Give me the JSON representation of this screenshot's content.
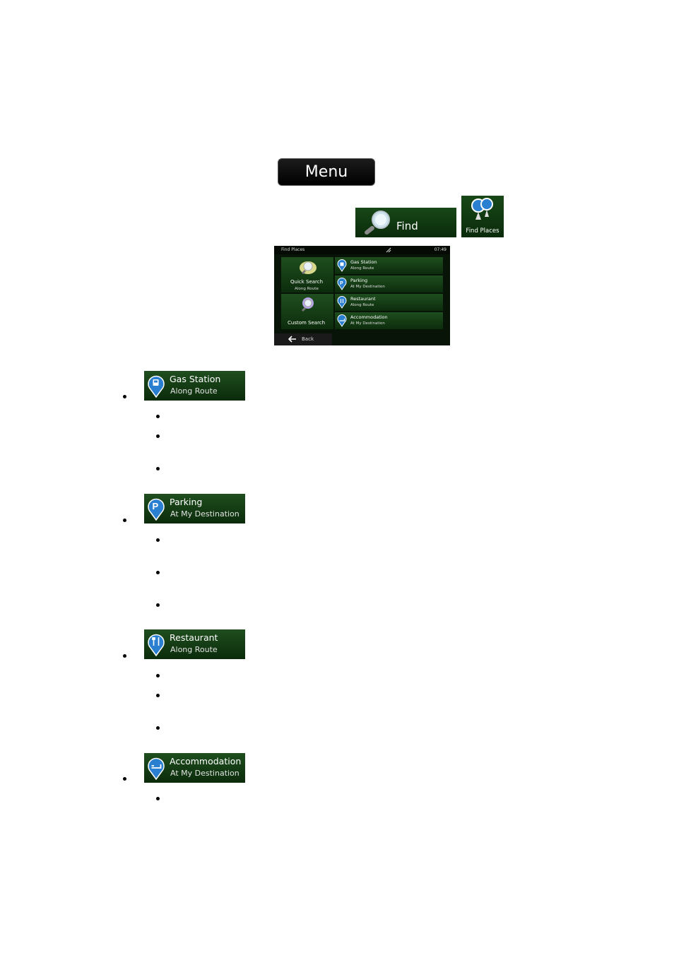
{
  "menu_button": {
    "label": "Menu"
  },
  "find_button": {
    "label": "Find"
  },
  "find_places_tile": {
    "label": "Find Places"
  },
  "screen": {
    "title": "Find Places",
    "time": "07:49",
    "quick_search": {
      "label": "Quick Search",
      "sub": "Along Route"
    },
    "custom_search": {
      "label": "Custom Search"
    },
    "items": [
      {
        "label": "Gas Station",
        "sub": "Along Route"
      },
      {
        "label": "Parking",
        "sub": "At My Destination"
      },
      {
        "label": "Restaurant",
        "sub": "Along Route"
      },
      {
        "label": "Accommodation",
        "sub": "At My Destination"
      }
    ],
    "back_label": "Back"
  },
  "list_buttons": [
    {
      "label": "Gas Station",
      "sub": "Along Route",
      "icon": "gas-station-icon"
    },
    {
      "label": "Parking",
      "sub": "At My Destination",
      "icon": "parking-icon"
    },
    {
      "label": "Restaurant",
      "sub": "Along Route",
      "icon": "restaurant-icon"
    },
    {
      "label": "Accommodation",
      "sub": "At My Destination",
      "icon": "accommodation-icon"
    }
  ],
  "colors": {
    "button_green": "#1f4e1f",
    "menu_black": "#000000",
    "pin_blue": "#2a7fd0"
  }
}
